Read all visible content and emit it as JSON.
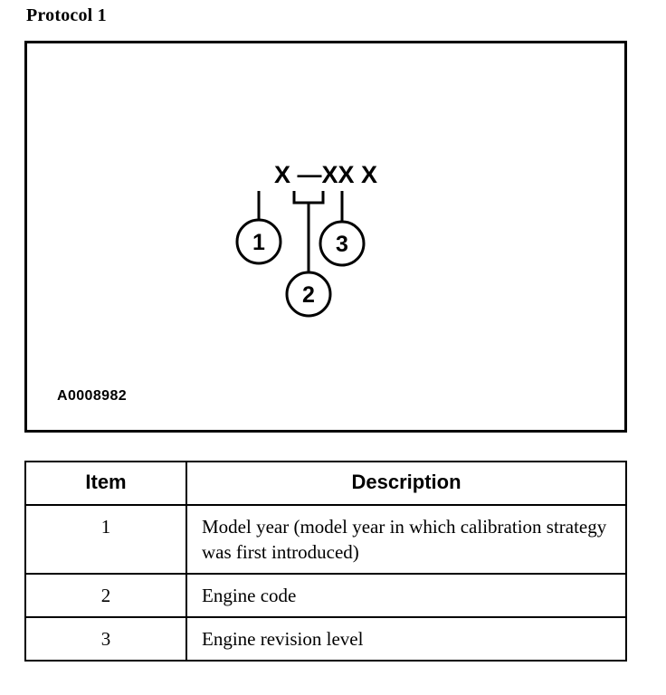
{
  "page": {
    "title": "Protocol 1"
  },
  "figure": {
    "code_string": "X —XX X",
    "figure_id": "A0008982",
    "callouts": [
      {
        "number": "1",
        "target": "first-character"
      },
      {
        "number": "2",
        "target": "middle-pair"
      },
      {
        "number": "3",
        "target": "last-character"
      }
    ]
  },
  "table": {
    "headers": {
      "item": "Item",
      "description": "Description"
    },
    "rows": [
      {
        "item": "1",
        "description": "Model year (model year in which calibration strategy was first introduced)"
      },
      {
        "item": "2",
        "description": "Engine code"
      },
      {
        "item": "3",
        "description": "Engine revision level"
      }
    ]
  },
  "colors": {
    "ink": "#000000",
    "paper": "#ffffff"
  }
}
